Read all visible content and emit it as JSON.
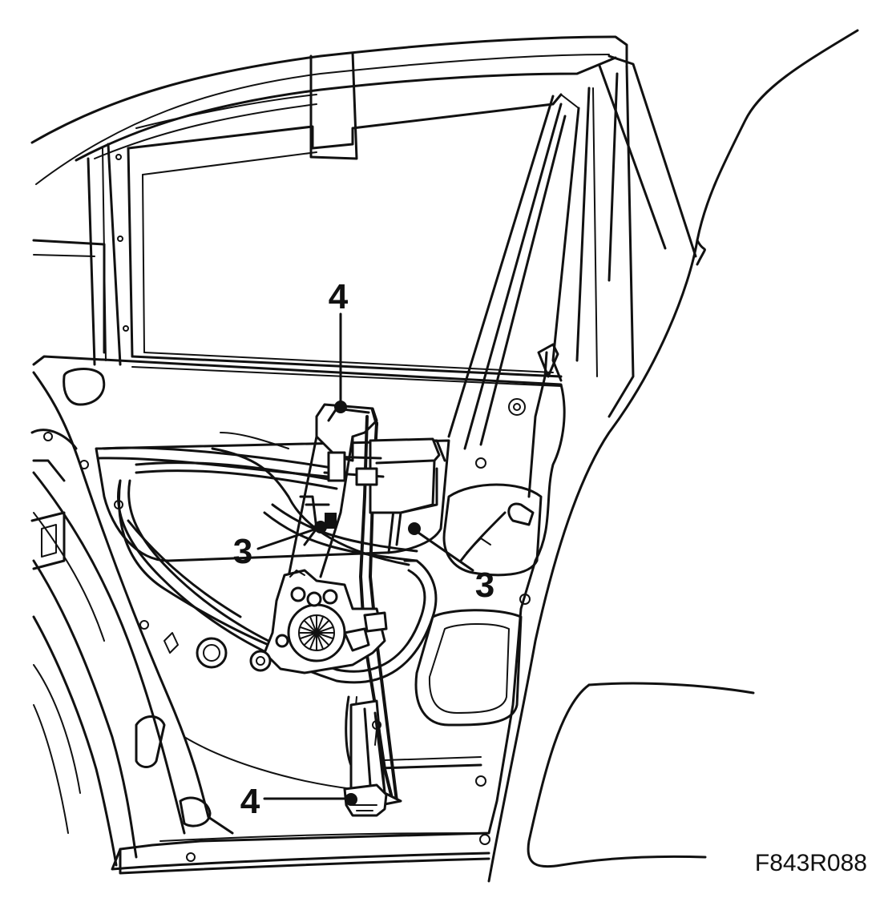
{
  "figure": {
    "id": "F843R088"
  },
  "callouts": {
    "top": "4",
    "bottom": "4",
    "left": "3",
    "right": "3"
  }
}
